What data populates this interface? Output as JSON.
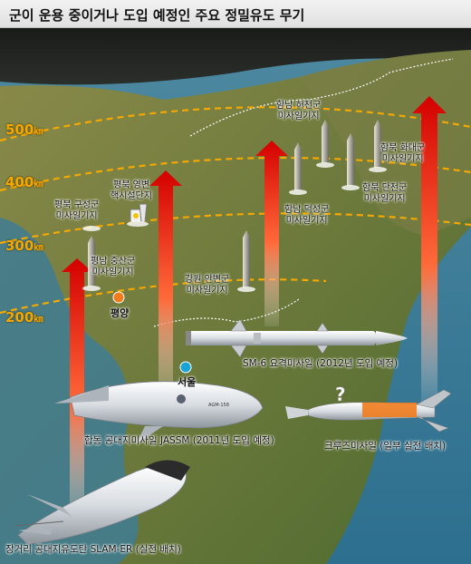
{
  "title": "군이 운용 중이거나 도입 예정인 주요 정밀유도 무기",
  "rings": [
    {
      "value": "500",
      "unit": "㎞"
    },
    {
      "value": "400",
      "unit": "㎞"
    },
    {
      "value": "300",
      "unit": "㎞"
    },
    {
      "value": "200",
      "unit": "㎞"
    }
  ],
  "cities": {
    "pyongyang": "평양",
    "seoul": "서울"
  },
  "targets": {
    "hamnam_heocheon": "함남 허천군\n미사일기지",
    "hambuk_hwadae": "함북 화대군\n미사일기지",
    "hamnam_deokseong": "함남 덕성군\n미사일기지",
    "hambuk_dancheon": "함북 단천군\n미사일기지",
    "pyeongbuk_yongbyon": "평북 영변\n핵시설단지",
    "pyeongbuk_guseong": "평북 구성군\n미사일기지",
    "pyeongnam_jungsan": "평남 중산군\n미사일기지",
    "gangwon_anbyeon": "강원 안변군\n미사일기지"
  },
  "weapons": {
    "sm6": "SM-6 요격미사일 (2012년 도입 예정)",
    "jassm": "합동 공대지미사일 JASSM (2011년 도입 예정)",
    "cruise": "크루즈미사일 (일부 실전 배치)",
    "slam": "장거리 공대지유도탄 SLAM-ER (실전 배치)"
  },
  "markings": {
    "question_mark": "?",
    "jassm_body_code": "AGM-158"
  },
  "colors": {
    "arrow_top": "#d40000",
    "arrow_bottom": "#ffffff",
    "ring": "#f5a800",
    "pyongyang_dot": "#f07c1e",
    "seoul_dot": "#1aa3d6"
  }
}
